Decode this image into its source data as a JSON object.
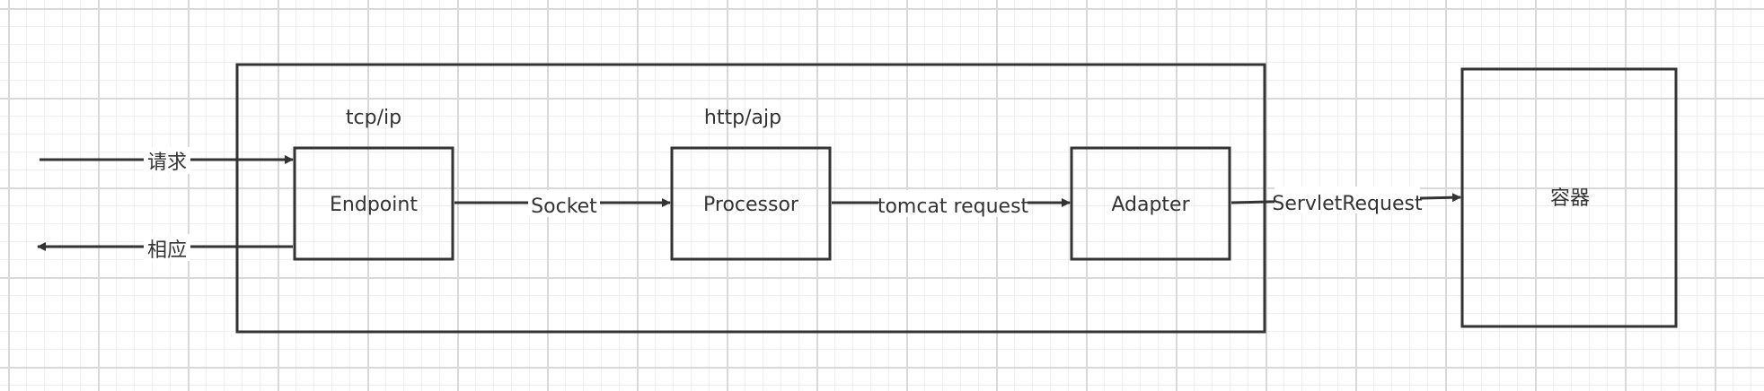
{
  "labels": {
    "tcp_ip": "tcp/ip",
    "http_ajp": "http/ajp"
  },
  "nodes": {
    "endpoint": "Endpoint",
    "processor": "Processor",
    "adapter": "Adapter",
    "container": "容器"
  },
  "edges": {
    "request": "请求",
    "response": "相应",
    "socket": "Socket",
    "tomcat_request": "tomcat request",
    "servlet_request": "ServletRequest"
  },
  "colors": {
    "stroke": "#333333",
    "text": "#333333",
    "background": "#ffffff",
    "grid": "#d9d9d9"
  }
}
